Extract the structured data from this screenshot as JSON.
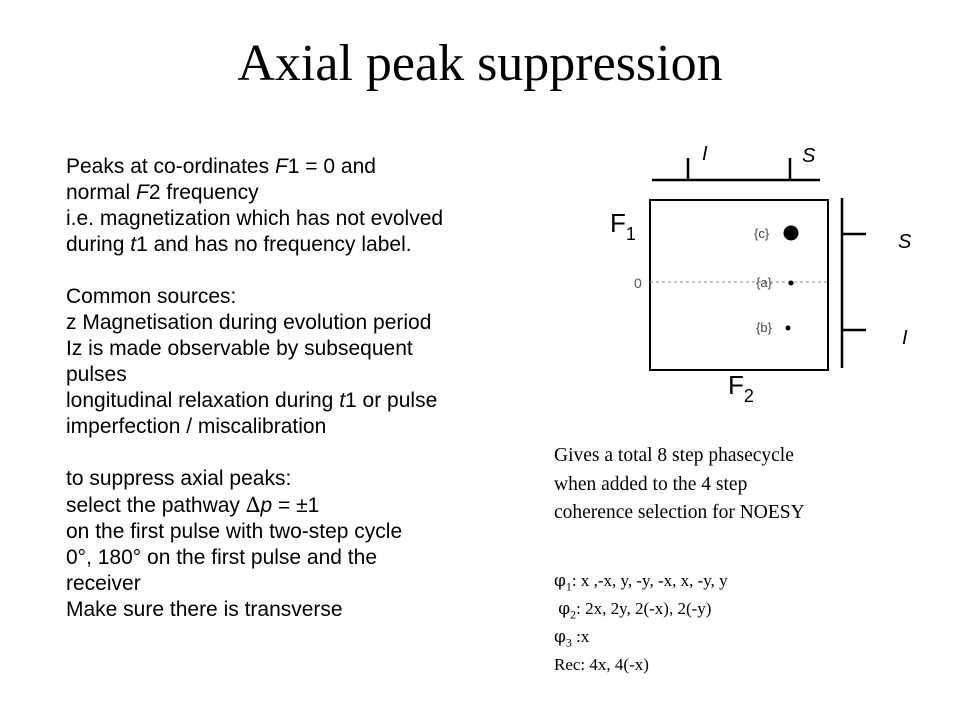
{
  "title": "Axial peak suppression",
  "left_text": {
    "l1": {
      "a": "Peaks at co-ordinates ",
      "b": "F",
      "c": "1 = 0 and"
    },
    "l2": {
      "a": "normal ",
      "b": "F",
      "c": "2 frequency"
    },
    "l3": "i.e. magnetization which has not evolved",
    "l4": {
      "a": "during ",
      "b": "t",
      "c": "1 and has no frequency label."
    },
    "l5": "Common sources:",
    "l6": "z Magnetisation during evolution period",
    "l7": "Iz is made observable by subsequent",
    "l8": "pulses",
    "l9": {
      "a": "longitudinal relaxation during ",
      "b": "t",
      "c": "1 or pulse"
    },
    "l10": "imperfection / miscalibration",
    "l11": "to suppress axial peaks:",
    "l12": {
      "a": "select the pathway ",
      "delta": "∆",
      "p": "p",
      "b": " = ±1"
    },
    "l13": "on the first pulse with two-step cycle",
    "l14": "0°, 180° on the first pulse and the",
    "l15": "receiver",
    "l16": "Make sure there is transverse"
  },
  "right_text": {
    "r1": "Gives a total  8 step phasecycle",
    "r2": "when added to the 4 step",
    "r3": "coherence selection for NOESY",
    "phi_symbol": "φ",
    "phi1": {
      "sub": "1",
      "text": ": x ,-x, y, -y, -x, x, -y, y"
    },
    "phi2": {
      "sub": "2",
      "text": ": 2x, 2y, 2(-x), 2(-y)"
    },
    "phi3": {
      "sub": "3",
      "text": " :x"
    },
    "rec": "Rec: 4x, 4(-x)"
  },
  "diagram": {
    "top_label_I": "I",
    "top_label_S": "S",
    "right_label_S": "S",
    "right_label_I": "I",
    "axis_F1": "F",
    "axis_F1_sub": "1",
    "axis_F2": "F",
    "axis_F2_sub": "2",
    "zero_label": "0",
    "peak_c": "{c}",
    "peak_a": "{a}",
    "peak_b": "{b}",
    "line_color": "#000000",
    "dash_color": "#888888"
  }
}
